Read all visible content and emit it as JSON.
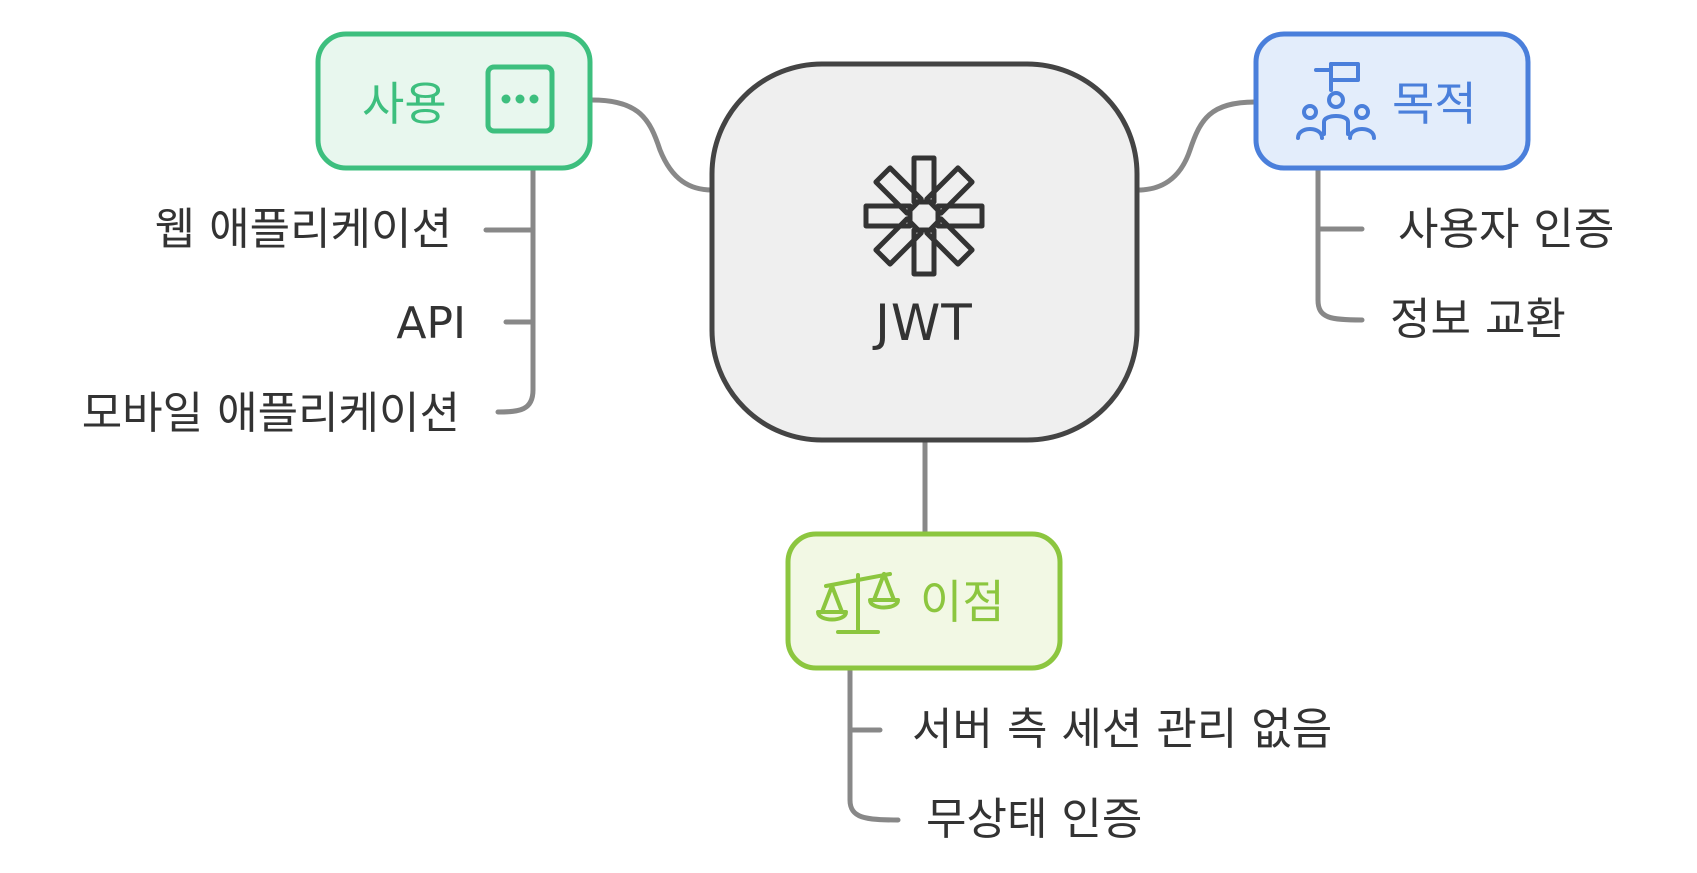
{
  "center": {
    "label": "JWT",
    "icon": "asterisk-icon",
    "fill": "#efefef",
    "stroke": "#444444"
  },
  "usage": {
    "title": "사용",
    "icon": "ellipsis-square-icon",
    "color": "#3dbf7e",
    "fill": "#e8f7ee",
    "items": [
      "웹 애플리케이션",
      "API",
      "모바일 애플리케이션"
    ]
  },
  "purpose": {
    "title": "목적",
    "icon": "team-flag-icon",
    "color": "#4a7fdb",
    "fill": "#e3edfb",
    "items": [
      "사용자 인증",
      "정보 교환"
    ]
  },
  "benefits": {
    "title": "이점",
    "icon": "balance-scale-icon",
    "color": "#8cc63f",
    "fill": "#f2f8e4",
    "items": [
      "서버 측 세션 관리 없음",
      "무상태 인증"
    ]
  },
  "connector_color": "#888888"
}
